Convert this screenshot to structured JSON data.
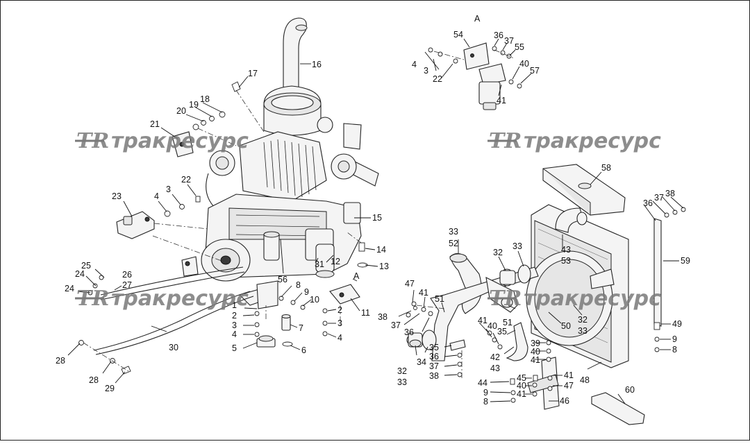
{
  "view_marker": "A",
  "watermark": {
    "logo": "TR",
    "text": "тракресурс"
  },
  "callouts": [
    "1",
    "2",
    "3",
    "4",
    "5",
    "6",
    "7",
    "8",
    "9",
    "10",
    "11",
    "12",
    "13",
    "14",
    "15",
    "16",
    "17",
    "18",
    "19",
    "20",
    "21",
    "22",
    "23",
    "24",
    "25",
    "26",
    "27",
    "28",
    "29",
    "30",
    "31",
    "32",
    "33",
    "34",
    "35",
    "36",
    "37",
    "38",
    "39",
    "40",
    "41",
    "42",
    "43",
    "44",
    "45",
    "46",
    "47",
    "48",
    "49",
    "50",
    "51",
    "52",
    "53",
    "54",
    "55",
    "56",
    "57",
    "58",
    "59",
    "60"
  ]
}
